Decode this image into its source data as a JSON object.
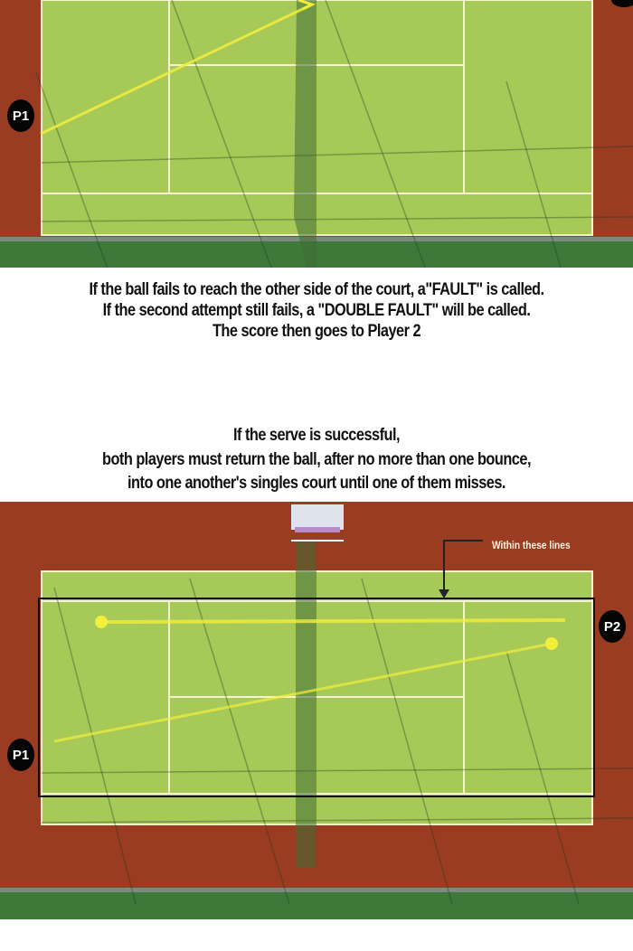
{
  "panel1": {
    "player_badge": "P1"
  },
  "panel2": {
    "fault_lines": [
      "If the ball fails to reach the other side of the court, a\"FAULT\" is called.",
      "If the second attempt still fails, a \"DOUBLE FAULT\" will be called.",
      "The score then goes to Player 2"
    ],
    "rally_lines": [
      "If the serve is successful,",
      "both players must return the ball, after no more than one bounce,",
      "into one another's singles court until one of them misses."
    ]
  },
  "panel3": {
    "annotation": "Within these lines",
    "player1_badge": "P1",
    "player2_badge": "P2"
  },
  "colors": {
    "clay": "#9a3c22",
    "court": "#a7c957",
    "grass": "#3d7a3a",
    "ball": "#f2ee3c"
  }
}
